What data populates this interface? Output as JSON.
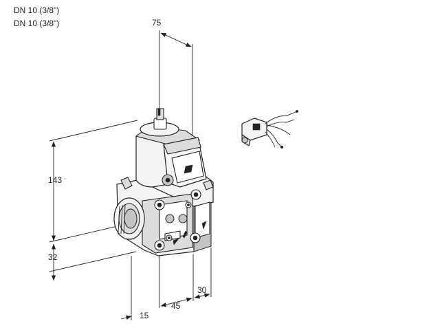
{
  "header": {
    "line1": "DN 10 (3/8\")",
    "line2": "DN 10 (3/8\")"
  },
  "dimensions": {
    "top_width": "75",
    "height": "143",
    "bottom_offset": "32",
    "left_offset": "15",
    "mid_width": "45",
    "right_width": "30"
  }
}
